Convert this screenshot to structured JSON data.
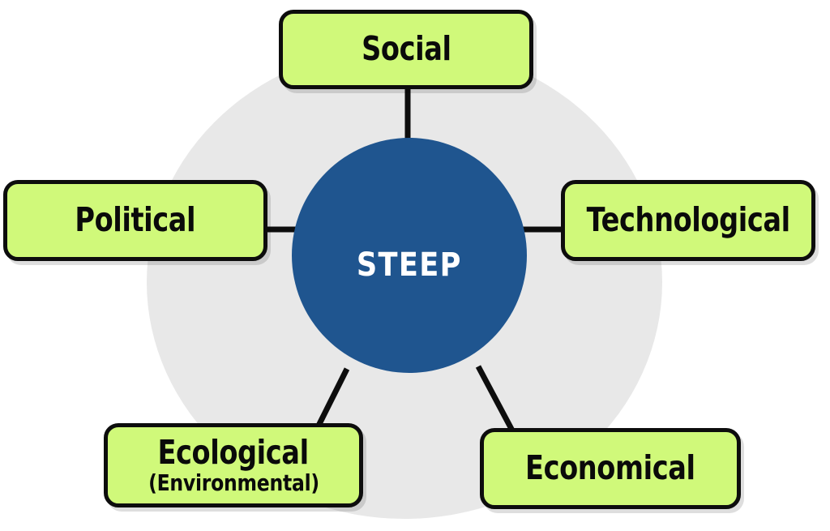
{
  "diagram": {
    "type": "hub-and-spoke",
    "title": "STEEP",
    "center": {
      "label": "STEEP",
      "shape": "circle",
      "fill_color": "#1f558f",
      "text_color": "#ffffff"
    },
    "backdrop": {
      "shape": "ellipse",
      "fill_color": "#e8e8e8"
    },
    "node_style": {
      "fill_color": "#d0f97a",
      "border_color": "#0d0d0d",
      "text_color": "#0a0a0a"
    },
    "connector_color": "#0d0d0d",
    "nodes": [
      {
        "id": "social",
        "label": "Social",
        "sublabel": "",
        "position": "top"
      },
      {
        "id": "technological",
        "label": "Technological",
        "sublabel": "",
        "position": "right"
      },
      {
        "id": "economical",
        "label": "Economical",
        "sublabel": "",
        "position": "bottom-right"
      },
      {
        "id": "ecological",
        "label": "Ecological",
        "sublabel": "(Environmental)",
        "position": "bottom-left"
      },
      {
        "id": "political",
        "label": "Political",
        "sublabel": "",
        "position": "left"
      }
    ]
  }
}
